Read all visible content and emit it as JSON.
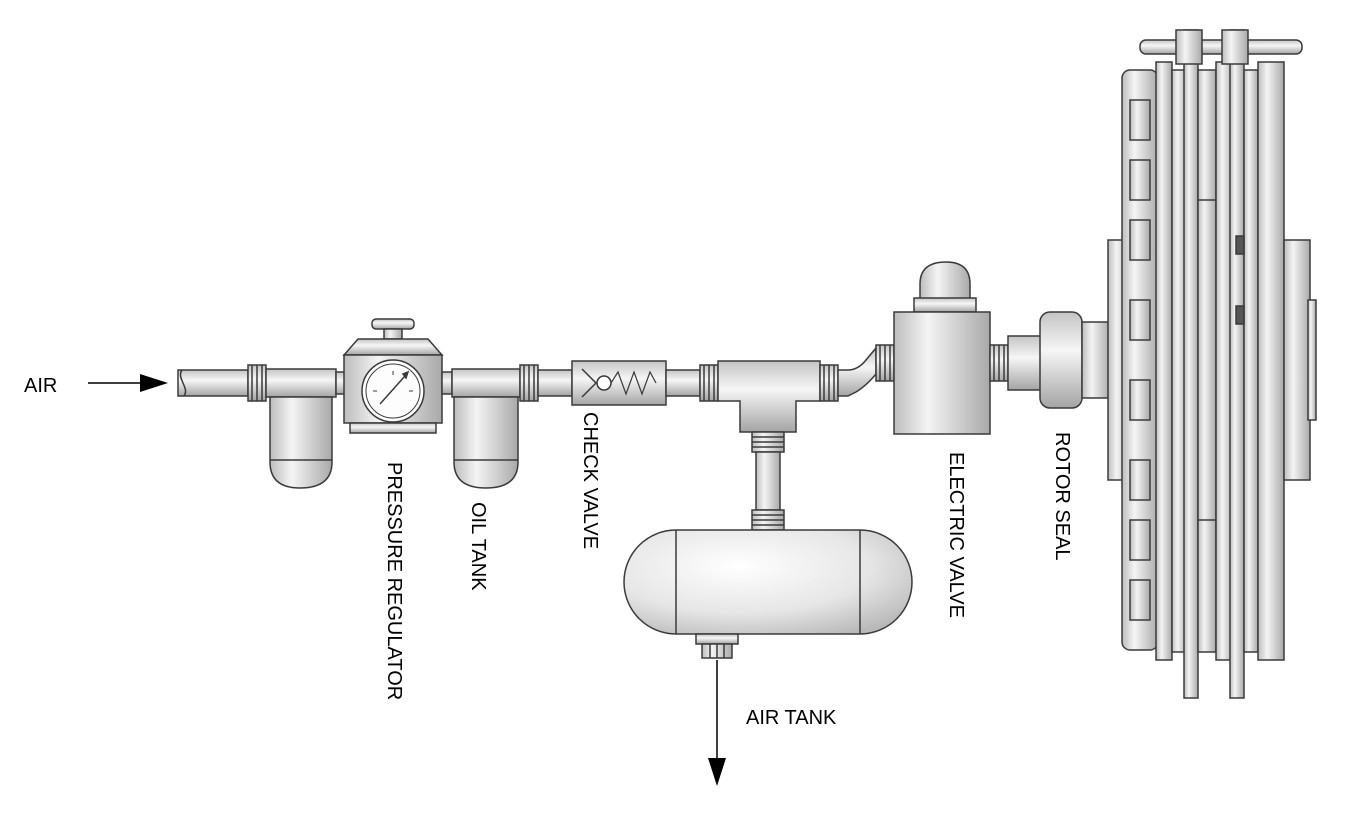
{
  "diagram": {
    "labels": {
      "air": "AIR",
      "pressure_regulator": "PRESSURE REGULATOR",
      "oil_tank": "OIL TANK",
      "check_valve": "CHECK VALVE",
      "air_tank": "AIR TANK",
      "electric_valve": "ELECTRIC VALVE",
      "rotor_seal": "ROTOR SEAL"
    },
    "colors": {
      "stroke": "#3a3a3a",
      "body_light": "#f2f2f2",
      "body_mid": "#d6d6d6",
      "body_dark": "#a8a8a8",
      "arrow": "#000000"
    }
  }
}
